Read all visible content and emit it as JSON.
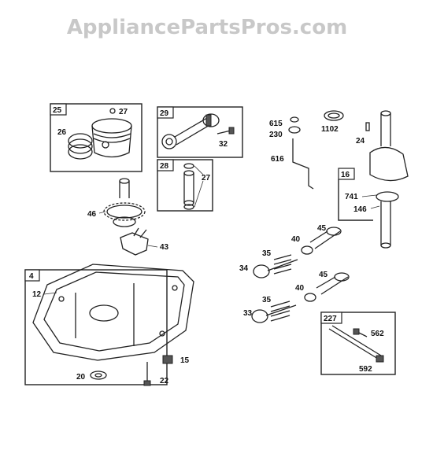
{
  "watermark": "AppliancePartsPros.com",
  "boxes": {
    "b25": "25",
    "b29": "29",
    "b28": "28",
    "b16": "16",
    "b4": "4",
    "b227": "227"
  },
  "labels": {
    "l27a": "27",
    "l26": "26",
    "l32": "32",
    "l27b": "27",
    "l46": "46",
    "l43": "43",
    "l12": "12",
    "l15": "15",
    "l20": "20",
    "l22": "22",
    "l615": "615",
    "l230": "230",
    "l1102": "1102",
    "l24": "24",
    "l616": "616",
    "l741": "741",
    "l146": "146",
    "l45a": "45",
    "l40a": "40",
    "l35a": "35",
    "l34": "34",
    "l45b": "45",
    "l40b": "40",
    "l35b": "35",
    "l33": "33",
    "l562": "562",
    "l592": "592"
  }
}
